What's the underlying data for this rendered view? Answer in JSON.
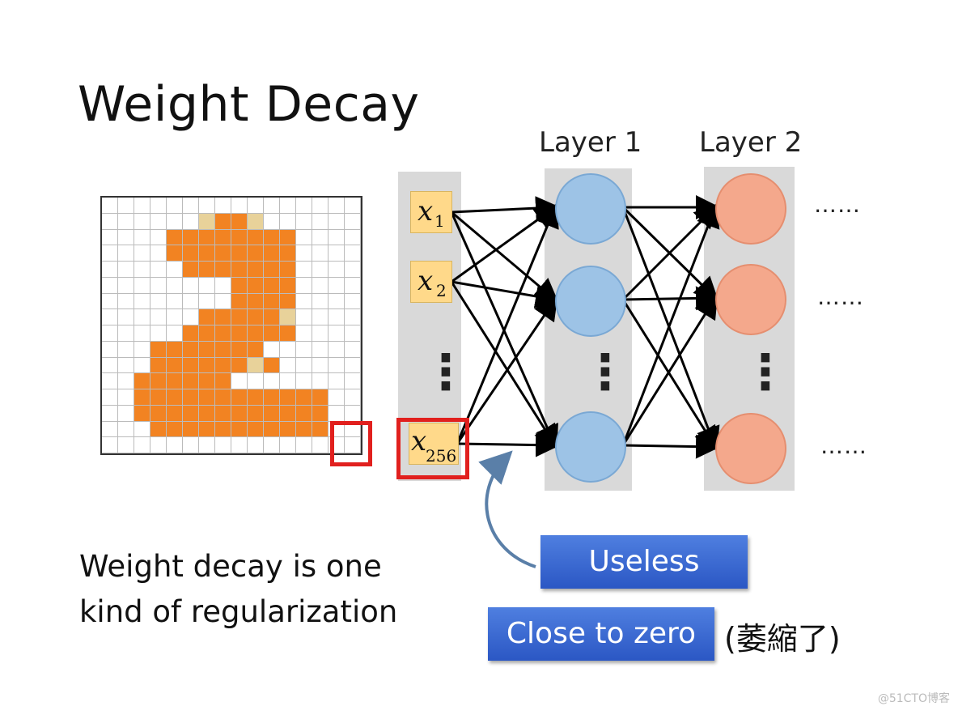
{
  "slide": {
    "title": "Weight Decay",
    "layers": [
      "Layer 1",
      "Layer 2"
    ],
    "inputs": [
      {
        "var": "x",
        "sub": "1"
      },
      {
        "var": "x",
        "sub": "2"
      },
      {
        "var": "x",
        "sub": "256"
      }
    ],
    "vdots": "⋮",
    "hdots": "……",
    "useless_label": "Useless",
    "close_to_zero_label": "Close to zero",
    "annotation_cjk": "(萎縮了)",
    "caption_line1": "Weight decay is one",
    "caption_line2": "kind of regularization",
    "watermark": "@51CTO博客"
  },
  "colors": {
    "digit_fill": "#f28322",
    "digit_edge": "#e8d29a",
    "node_blue": "#9dc3e6",
    "node_orange": "#f4a88c",
    "highlight": "#e1201e",
    "button": "#3a67d2"
  },
  "icons": {
    "arrow_curve": "curved-arrow-icon"
  }
}
